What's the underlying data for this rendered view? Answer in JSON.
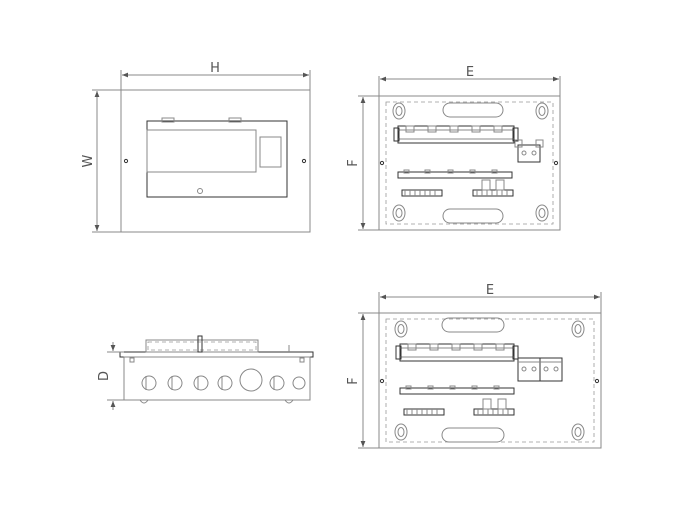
{
  "labels": {
    "front_width": "H",
    "front_height": "W",
    "back_top_width": "E",
    "back_top_height": "F",
    "side_depth": "D",
    "back_bottom_width": "E",
    "back_bottom_height": "F"
  },
  "colors": {
    "line": "#888888",
    "dark_line": "#333333",
    "background": "#ffffff"
  }
}
